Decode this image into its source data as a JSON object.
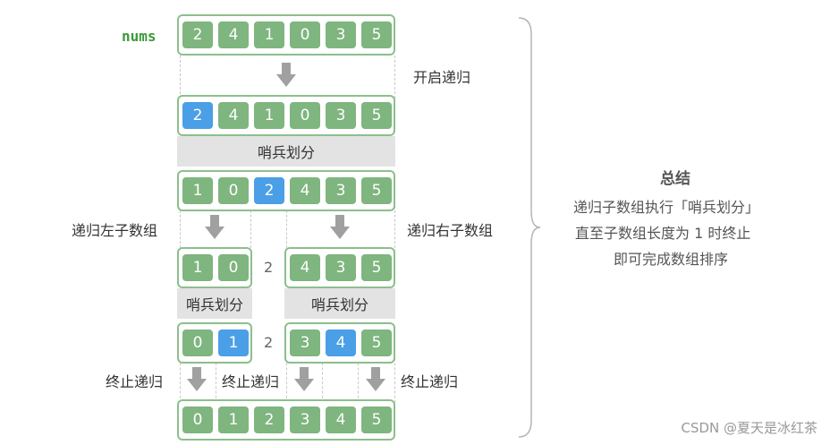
{
  "nums_label": "nums",
  "initial": [
    "2",
    "4",
    "1",
    "0",
    "3",
    "5"
  ],
  "start_label": "开启递归",
  "row2": [
    "2",
    "4",
    "1",
    "0",
    "3",
    "5"
  ],
  "sentinel_label": "哨兵划分",
  "row3": [
    "1",
    "0",
    "2",
    "4",
    "3",
    "5"
  ],
  "left_recursion_label": "递归左子数组",
  "right_recursion_label": "递归右子数组",
  "left_sub": [
    "1",
    "0"
  ],
  "pivot_value": "2",
  "right_sub": [
    "4",
    "3",
    "5"
  ],
  "left_sentinel_label": "哨兵划分",
  "right_sentinel_label": "哨兵划分",
  "left_sub2": [
    "0",
    "1"
  ],
  "pivot_value2": "2",
  "right_sub2": [
    "3",
    "4",
    "5"
  ],
  "stop_labels": [
    "终止递归",
    "终止递归",
    "终止递归"
  ],
  "final": [
    "0",
    "1",
    "2",
    "3",
    "4",
    "5"
  ],
  "summary": {
    "title": "总结",
    "lines": [
      "递归子数组执行「哨兵划分」",
      "直至子数组长度为 1 时终止",
      "即可完成数组排序"
    ]
  },
  "watermark": "CSDN @夏天是冰红茶",
  "colors": {
    "cell": "#7fb57f",
    "highlight": "#4a9fe6",
    "frame": "#8cbf8c",
    "band": "#e3e3e3",
    "arrow": "#a0a0a0"
  }
}
